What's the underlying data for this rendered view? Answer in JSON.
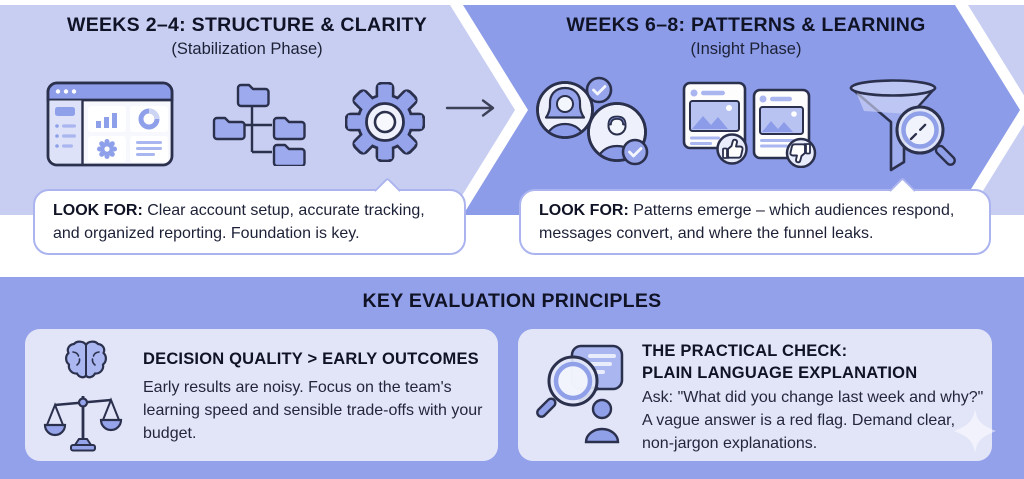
{
  "palette": {
    "chevron_light": "#c7cef2",
    "chevron_dark": "#8c9ce9",
    "bottom_bg": "#93a0ea",
    "card_bg": "#e2e5f8",
    "bubble_border": "#abb4ee",
    "outline_dark": "#2b304d",
    "text_dark": "#101325",
    "icon_fill": "#96a4ec",
    "white": "#ffffff"
  },
  "phases": [
    {
      "title": "WEEKS 2–4: STRUCTURE & CLARITY",
      "subtitle": "(Stabilization Phase)",
      "look_for_label": "LOOK FOR:",
      "look_for_text": "Clear account setup, accurate tracking, and organized reporting. Foundation is key.",
      "icons": [
        "dashboard-icon",
        "folder-tree-icon",
        "gear-icon"
      ]
    },
    {
      "title": "WEEKS 6–8: PATTERNS & LEARNING",
      "subtitle": "(Insight Phase)",
      "look_for_label": "LOOK FOR:",
      "look_for_text": "Patterns emerge – which audiences respond, messages convert, and where the funnel leaks.",
      "icons": [
        "audience-checks-icon",
        "posts-feedback-icon",
        "funnel-magnifier-icon"
      ]
    }
  ],
  "connector": {
    "icon": "arrow-right-icon"
  },
  "principles": {
    "title": "KEY EVALUATION PRINCIPLES",
    "cards": [
      {
        "heading": "DECISION QUALITY > EARLY OUTCOMES",
        "body": "Early results are noisy. Focus on the team's learning speed and sensible trade-offs with your budget.",
        "icons": [
          "brain-icon",
          "balance-scale-icon"
        ]
      },
      {
        "heading_line1": "THE PRACTICAL CHECK:",
        "heading_line2": "PLAIN LANGUAGE EXPLANATION",
        "body": "Ask: \"What did you change last week and why?\" A vague answer is a red flag. Demand clear, non-jargon explanations.",
        "icons": [
          "magnifier-chat-icon",
          "person-icon"
        ]
      }
    ],
    "decoration": "sparkle-icon"
  }
}
